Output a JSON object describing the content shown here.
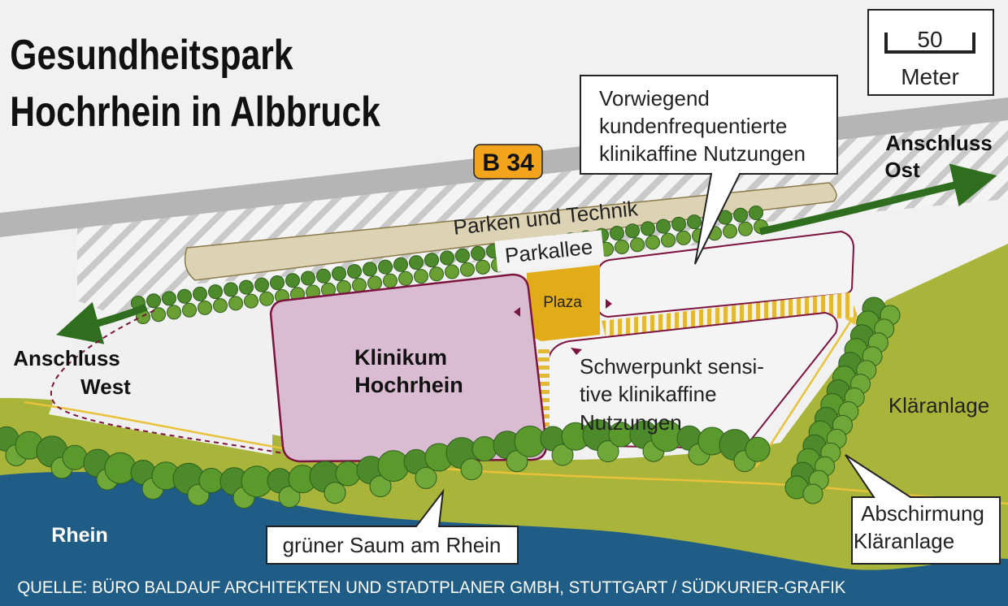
{
  "title": {
    "line1": "Gesundheitspark",
    "line2": "Hochrhein in Albbruck"
  },
  "scale": {
    "value": "50",
    "unit": "Meter"
  },
  "road": {
    "label": "B 34"
  },
  "zones": {
    "parken": "Parken und Technik",
    "parkallee": "Parkallee",
    "plaza": "Plaza",
    "klinikum_line1": "Klinikum",
    "klinikum_line2": "Hochrhein",
    "sensitive_line1": "Schwerpunkt sensi-",
    "sensitive_line2": "tive klinikaffine",
    "sensitive_line3": "Nutzungen",
    "klaeranlage": "Kläranlage",
    "rhein": "Rhein"
  },
  "connections": {
    "ost_line1": "Anschluss",
    "ost_line2": "Ost",
    "west_line1": "Anschluss",
    "west_line2": "West"
  },
  "callouts": {
    "kunden_line1": "Vorwiegend",
    "kunden_line2": "kundenfrequentierte",
    "kunden_line3": "klinikaffine Nutzungen",
    "saum": "grüner Saum am Rhein",
    "abschirmung_line1": "Abschirmung",
    "abschirmung_line2": "Kläranlage"
  },
  "source": "QUELLE: BÜRO BALDAUF ARCHITEKTEN UND STADTPLANER GMBH, STUTTGART / SÜDKURIER-GRAFIK",
  "colors": {
    "river": "#1f5c86",
    "green_band": "#a9b43a",
    "tree": "#4c8a2c",
    "klinikum": "#d9bcd2",
    "plaza": "#e2ac18",
    "outline": "#7c1440",
    "road_badge": "#f2a41c"
  }
}
